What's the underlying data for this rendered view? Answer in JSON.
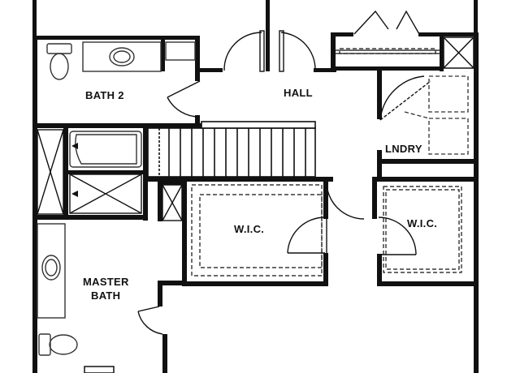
{
  "floor_plan": {
    "rooms": [
      {
        "id": "bath-2",
        "label": "BATH 2"
      },
      {
        "id": "hall",
        "label": "HALL"
      },
      {
        "id": "laundry",
        "label": "LNDRY"
      },
      {
        "id": "wic-center",
        "label": "W.I.C."
      },
      {
        "id": "wic-right",
        "label": "W.I.C."
      },
      {
        "id": "master-bath",
        "label_line1": "MASTER",
        "label_line2": "BATH"
      }
    ],
    "colors": {
      "wall": "#111111",
      "fixture": "#333333",
      "background": "#ffffff"
    }
  }
}
